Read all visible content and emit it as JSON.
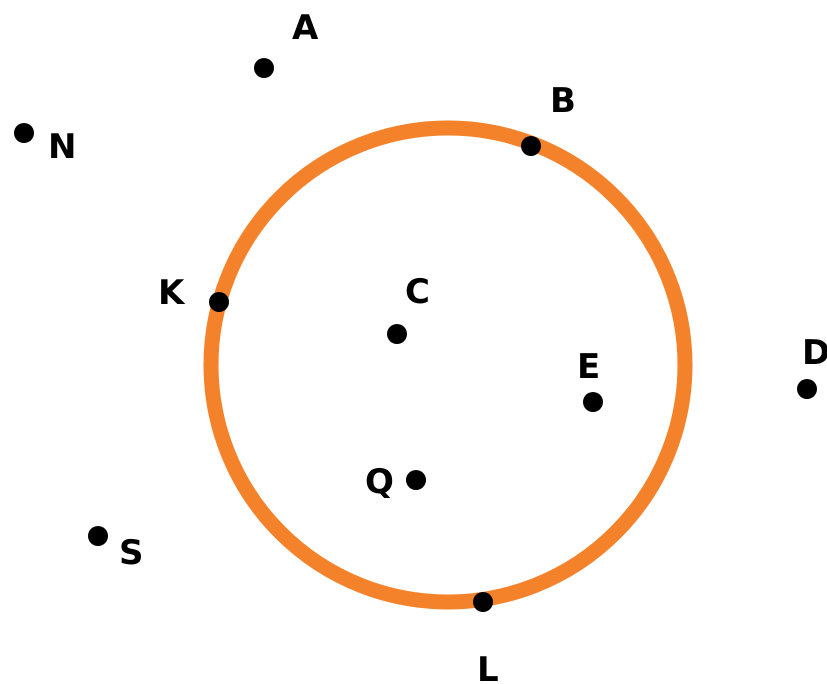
{
  "colors": {
    "circle": "#F4822A",
    "point": "#000000",
    "label": "#000000",
    "background": "#FFFFFF"
  },
  "points": [
    {
      "id": "A",
      "label": "A"
    },
    {
      "id": "N",
      "label": "N"
    },
    {
      "id": "B",
      "label": "B"
    },
    {
      "id": "K",
      "label": "K"
    },
    {
      "id": "C",
      "label": "C"
    },
    {
      "id": "E",
      "label": "E"
    },
    {
      "id": "D",
      "label": "D"
    },
    {
      "id": "Q",
      "label": "Q"
    },
    {
      "id": "S",
      "label": "S"
    },
    {
      "id": "L",
      "label": "L"
    }
  ]
}
